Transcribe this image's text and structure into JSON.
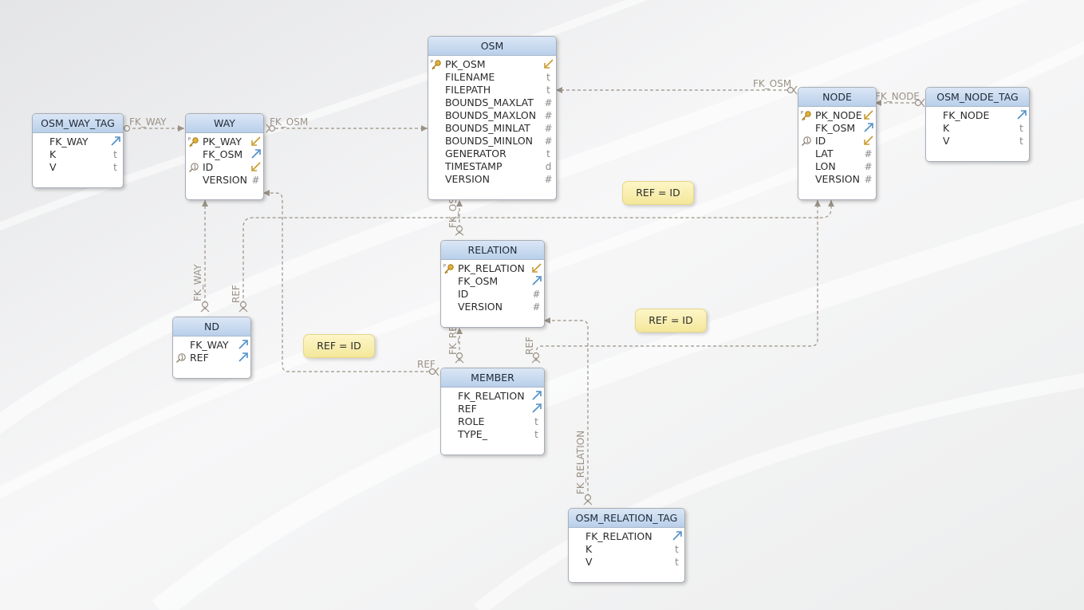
{
  "colors": {
    "connector": "#9b9286",
    "fk_arrow": "#4f8fc6",
    "key": "#c99a2e",
    "note_fill": "#f8eeb0",
    "title_fill": "#c6d8ee"
  },
  "entities": {
    "osm_way_tag": {
      "title": "OSM_WAY_TAG",
      "attrs": [
        {
          "name": "FK_WAY",
          "type": "fk-arrow-icon"
        },
        {
          "name": "K",
          "type": "t"
        },
        {
          "name": "V",
          "type": "t"
        }
      ]
    },
    "way": {
      "title": "WAY",
      "attrs": [
        {
          "name": "PK_WAY",
          "prefix": "primary-key-icon",
          "type": "pk-arrow-icon"
        },
        {
          "name": "FK_OSM",
          "type": "fk-arrow-icon"
        },
        {
          "name": "ID",
          "prefix": "index-icon",
          "type": "pk-arrow-icon"
        },
        {
          "name": "VERSION",
          "type": "#"
        }
      ]
    },
    "osm": {
      "title": "OSM",
      "attrs": [
        {
          "name": "PK_OSM",
          "prefix": "primary-key-icon",
          "type": "pk-arrow-icon"
        },
        {
          "name": "FILENAME",
          "type": "t"
        },
        {
          "name": "FILEPATH",
          "type": "t"
        },
        {
          "name": "BOUNDS_MAXLAT",
          "type": "#"
        },
        {
          "name": "BOUNDS_MAXLON",
          "type": "#"
        },
        {
          "name": "BOUNDS_MINLAT",
          "type": "#"
        },
        {
          "name": "BOUNDS_MINLON",
          "type": "#"
        },
        {
          "name": "GENERATOR",
          "type": "t"
        },
        {
          "name": "TIMESTAMP",
          "type": "d"
        },
        {
          "name": "VERSION",
          "type": "#"
        }
      ]
    },
    "node": {
      "title": "NODE",
      "attrs": [
        {
          "name": "PK_NODE",
          "prefix": "primary-key-icon",
          "type": "pk-arrow-icon"
        },
        {
          "name": "FK_OSM",
          "type": "fk-arrow-icon"
        },
        {
          "name": "ID",
          "prefix": "index-icon",
          "type": "pk-arrow-icon"
        },
        {
          "name": "LAT",
          "type": "#"
        },
        {
          "name": "LON",
          "type": "#"
        },
        {
          "name": "VERSION",
          "type": "#"
        }
      ]
    },
    "osm_node_tag": {
      "title": "OSM_NODE_TAG",
      "attrs": [
        {
          "name": "FK_NODE",
          "type": "fk-arrow-icon"
        },
        {
          "name": "K",
          "type": "t"
        },
        {
          "name": "V",
          "type": "t"
        }
      ]
    },
    "relation": {
      "title": "RELATION",
      "attrs": [
        {
          "name": "PK_RELATION",
          "prefix": "primary-key-icon",
          "type": "pk-arrow-icon"
        },
        {
          "name": "FK_OSM",
          "type": "fk-arrow-icon"
        },
        {
          "name": "ID",
          "type": "#"
        },
        {
          "name": "VERSION",
          "type": "#"
        }
      ]
    },
    "nd": {
      "title": "ND",
      "attrs": [
        {
          "name": "FK_WAY",
          "type": "fk-arrow-icon"
        },
        {
          "name": "REF",
          "prefix": "index-icon",
          "type": "fk-arrow-icon"
        }
      ]
    },
    "member": {
      "title": "MEMBER",
      "attrs": [
        {
          "name": "FK_RELATION",
          "type": "fk-arrow-icon"
        },
        {
          "name": "REF",
          "type": "fk-arrow-icon"
        },
        {
          "name": "ROLE",
          "type": "t"
        },
        {
          "name": "TYPE_",
          "type": "t"
        }
      ]
    },
    "osm_relation_tag": {
      "title": "OSM_RELATION_TAG",
      "attrs": [
        {
          "name": "FK_RELATION",
          "type": "fk-arrow-icon"
        },
        {
          "name": "K",
          "type": "t"
        },
        {
          "name": "V",
          "type": "t"
        }
      ]
    }
  },
  "relationship_labels": {
    "osm_way_tag_way": "FK_WAY",
    "way_osm": "FK_OSM",
    "node_osm": "FK_OSM",
    "osm_node_tag_node": "FK_NODE",
    "relation_osm": "FK_OSM",
    "nd_way": "FK_WAY",
    "nd_node": "REF",
    "member_way": "REF",
    "member_relation": "FK_RE",
    "member_node": "REF",
    "osm_relation_tag_relation": "FK_RELATION"
  },
  "notes": [
    "REF = ID",
    "REF = ID",
    "REF = ID"
  ]
}
